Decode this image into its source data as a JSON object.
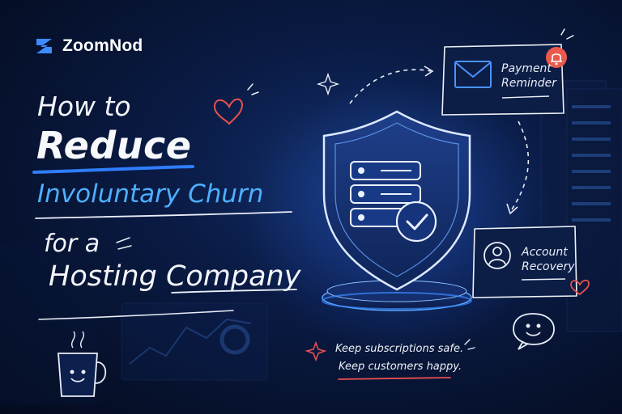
{
  "brand": {
    "name": "ZoomNod",
    "accent": "#3d8bff"
  },
  "headline": {
    "line1": "How to",
    "line2": "Reduce",
    "line3": "Involuntary Churn",
    "line4": "for a",
    "line5": "Hosting Company"
  },
  "cards": {
    "payment": {
      "line1": "Payment",
      "line2": "Reminder"
    },
    "account": {
      "line1": "Account",
      "line2": "Recovery"
    }
  },
  "tagline": {
    "line1": "Keep subscriptions safe.",
    "line2": "Keep customers happy."
  },
  "colors": {
    "background": "#07132f",
    "highlight_blue": "#4db0ff",
    "heart_red": "#e8504f",
    "notification_red": "#ea5a4c"
  },
  "icons": [
    "logo-icon",
    "envelope-icon",
    "bell-icon",
    "user-icon",
    "shield-icon",
    "server-icon",
    "check-icon",
    "heart-icon",
    "smiley-icon",
    "mug-icon",
    "sparkle-icon"
  ]
}
